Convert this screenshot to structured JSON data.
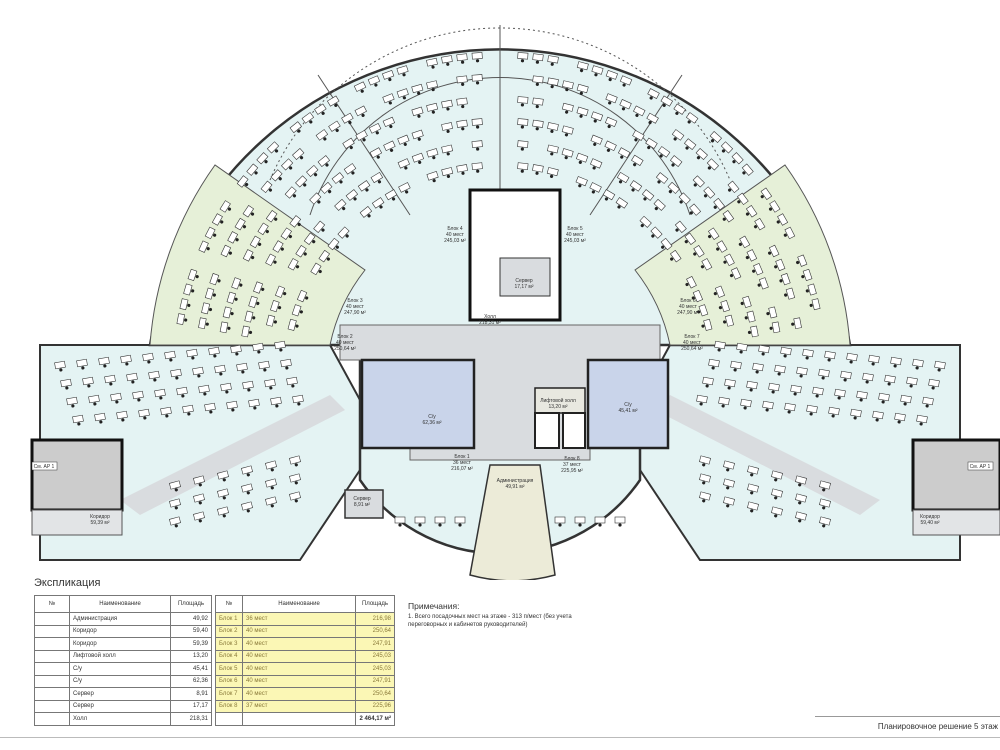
{
  "plan": {
    "labels": {
      "block1": [
        "Блок 1",
        "36 мест",
        "216,07 м²"
      ],
      "block2": [
        "Блок 2",
        "40 мест",
        "250,64 м²"
      ],
      "block3": [
        "Блок 3",
        "40 мест",
        "247,90 м²"
      ],
      "block4": [
        "Блок 4",
        "40 мест",
        "245,03 м²"
      ],
      "block5": [
        "Блок 5",
        "40 мест",
        "245,03 м²"
      ],
      "block6": [
        "Блок 6",
        "40 мест",
        "247,90 м²"
      ],
      "block7": [
        "Блок 7",
        "40 мест",
        "250,64 м²"
      ],
      "block8": [
        "Блок 8",
        "37 мест",
        "225,95 м²"
      ],
      "server_top": [
        "Сервер",
        "17,17 м²"
      ],
      "hall": [
        "Холл",
        "218,31 м²"
      ],
      "wc_left": [
        "С/у",
        "62,36 м²"
      ],
      "wc_right": [
        "С/у",
        "45,41 м²"
      ],
      "lift_hall": [
        "Лифтовой холл",
        "13,20 м²"
      ],
      "admin": [
        "Администрация",
        "49,91 м²"
      ],
      "server_small": [
        "Сервер",
        "8,91 м²"
      ],
      "corridor_left": [
        "Коридор",
        "59,39 м²"
      ],
      "corridor_right": [
        "Коридор",
        "59,40 м²"
      ],
      "ref_left": "См. АР 1",
      "ref_right": "См. АР 1"
    },
    "colors": {
      "open_space": "#e4f3f3",
      "green_block": "#e6f0d8",
      "wc": "#c9d4ea",
      "core": "#d9dcdf",
      "admin": "#ecebd8"
    }
  },
  "explication": {
    "title": "Экспликация",
    "headers": [
      "№",
      "Наименование",
      "Площадь"
    ],
    "rooms": [
      {
        "no": "",
        "name": "Администрация",
        "area": "49,92"
      },
      {
        "no": "",
        "name": "Коридор",
        "area": "59,40"
      },
      {
        "no": "",
        "name": "Коридор",
        "area": "59,39"
      },
      {
        "no": "",
        "name": "Лифтовой холл",
        "area": "13,20"
      },
      {
        "no": "",
        "name": "С/у",
        "area": "45,41"
      },
      {
        "no": "",
        "name": "С/у",
        "area": "62,36"
      },
      {
        "no": "",
        "name": "Сервер",
        "area": "8,91"
      },
      {
        "no": "",
        "name": "Сервер",
        "area": "17,17"
      },
      {
        "no": "",
        "name": "Холл",
        "area": "218,31"
      }
    ],
    "blocks": [
      {
        "no": "Блок 1",
        "name": "36 мест",
        "area": "216,98"
      },
      {
        "no": "Блок 2",
        "name": "40 мест",
        "area": "250,64"
      },
      {
        "no": "Блок 3",
        "name": "40 мест",
        "area": "247,91"
      },
      {
        "no": "Блок 4",
        "name": "40 мест",
        "area": "245,03"
      },
      {
        "no": "Блок 5",
        "name": "40 мест",
        "area": "245,03"
      },
      {
        "no": "Блок 6",
        "name": "40 мест",
        "area": "247,91"
      },
      {
        "no": "Блок 7",
        "name": "40 мест",
        "area": "250,64"
      },
      {
        "no": "Блок 8",
        "name": "37 мест",
        "area": "225,96"
      }
    ],
    "total": "2 464,17 м²"
  },
  "notes": {
    "title": "Примечания:",
    "text": "1. Всего посадочных мест на этаже - 313 п/мест (без учета переговорных и кабинетов руководителей)"
  },
  "sheet_title": "Планировочное решение 5 этаж"
}
